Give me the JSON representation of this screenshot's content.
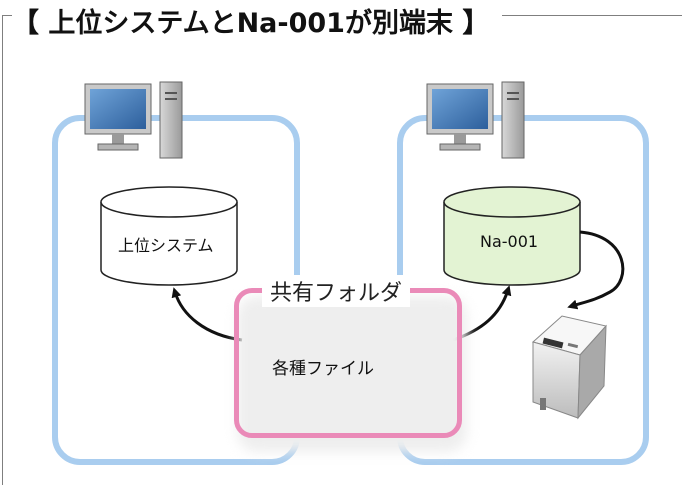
{
  "title": "【 上位システムとNa-001が別端末 】",
  "left_db_label": "上位システム",
  "right_db_label": "Na-001",
  "shared_folder_label": "共有フォルダ",
  "files_label": "各種ファイル",
  "colors": {
    "panel_border": "#a9cdef",
    "shared_border": "#ea8ab8",
    "right_db_fill": "#e3f3d3",
    "files_fill": "#e6f3c4"
  }
}
